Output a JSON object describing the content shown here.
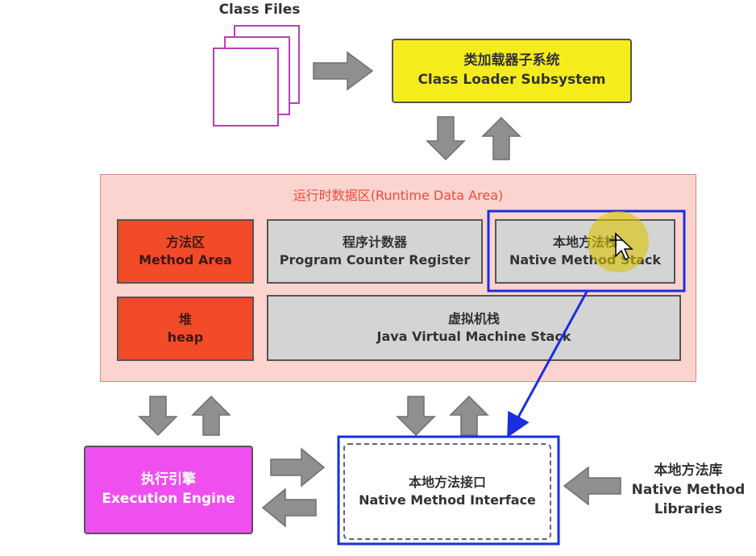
{
  "class_files": {
    "label": "Class Files"
  },
  "class_loader": {
    "zh": "类加载器子系统",
    "en": "Class Loader Subsystem"
  },
  "runtime_area": {
    "title": "运行时数据区(Runtime Data Area)",
    "method_area": {
      "zh": "方法区",
      "en": "Method Area"
    },
    "pc_register": {
      "zh": "程序计数器",
      "en": "Program Counter Register"
    },
    "native_stack": {
      "zh": "本地方法栈",
      "en": "Native Method Stack"
    },
    "heap": {
      "zh": "堆",
      "en": "heap"
    },
    "jvm_stack": {
      "zh": "虚拟机栈",
      "en": "Java Virtual Machine Stack"
    }
  },
  "execution_engine": {
    "zh": "执行引擎",
    "en": "Execution Engine"
  },
  "native_interface": {
    "zh": "本地方法接口",
    "en": "Native Method Interface"
  },
  "native_libraries": {
    "zh": "本地方法库",
    "en1": "Native Method",
    "en2": "Libraries"
  },
  "colors": {
    "loader_fill": "#f5ec1c",
    "runtime_fill": "#fbd4cf",
    "red_fill": "#f34a2a",
    "gray_fill": "#d4d4d4",
    "engine_fill": "#f04ff0",
    "highlight_blue": "#1a2ee0",
    "arrow_gray": "#8f8f8f"
  }
}
